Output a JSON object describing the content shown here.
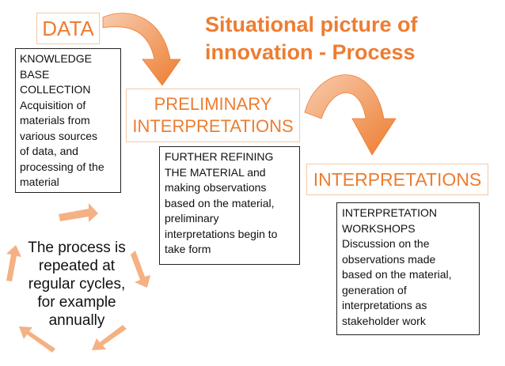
{
  "title": [
    "Situational picture of",
    "innovation -  Process"
  ],
  "stages": {
    "data": {
      "label": "DATA",
      "box": [
        "KNOWLEDGE",
        "BASE",
        "COLLECTION",
        "Acquisition of",
        "materials from",
        "various sources",
        "of data, and",
        "processing of the",
        "material"
      ]
    },
    "preliminary": {
      "label": [
        "PRELIMINARY",
        "INTERPRETATIONS"
      ],
      "box": [
        "FURTHER REFINING",
        "THE MATERIAL and",
        "making observations",
        "based on the material,",
        "preliminary",
        "interpretations begin to",
        "take form"
      ]
    },
    "interpretations": {
      "label": "INTERPRETATIONS",
      "box": [
        "INTERPRETATION",
        "WORKSHOPS",
        "Discussion on the",
        "observations made",
        "based on the material,",
        "generation of",
        "interpretations as",
        "stakeholder work"
      ]
    }
  },
  "cycle": {
    "text": [
      "The process is",
      "repeated at",
      "regular cycles,",
      "for example",
      "annually"
    ]
  },
  "colors": {
    "accent": "#ED7D31",
    "arrow_fill": "#F4B183",
    "arrow_edge": "#ED7D31"
  }
}
